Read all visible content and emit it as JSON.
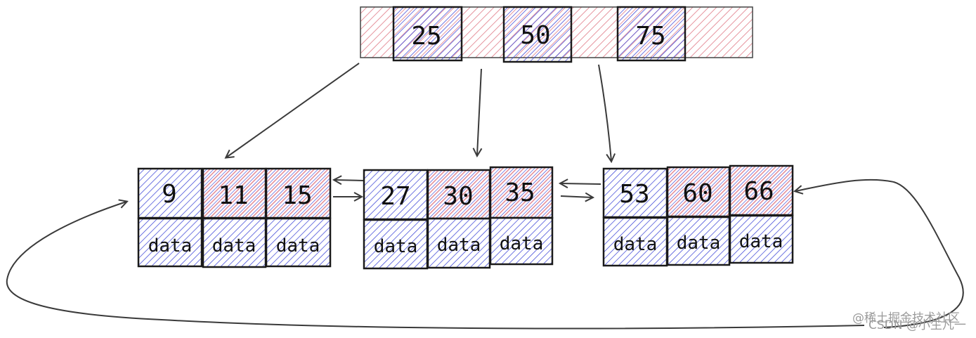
{
  "colors": {
    "red_hatch": "#e07a86",
    "blue_hatch": "#3f48d8",
    "outline": "#1a1a1a",
    "arrow": "#3a3a3a"
  },
  "root": {
    "keys": [
      "25",
      "50",
      "75"
    ]
  },
  "leaves": [
    {
      "keys": [
        "9",
        "11",
        "15"
      ],
      "data_labels": [
        "data",
        "data",
        "data"
      ]
    },
    {
      "keys": [
        "27",
        "30",
        "35"
      ],
      "data_labels": [
        "data",
        "data",
        "data"
      ]
    },
    {
      "keys": [
        "53",
        "60",
        "66"
      ],
      "data_labels": [
        "data",
        "data",
        "data"
      ]
    }
  ],
  "watermark": {
    "line1": "@稀土掘金技术社区",
    "line2": "CSDN @小生凡一"
  }
}
